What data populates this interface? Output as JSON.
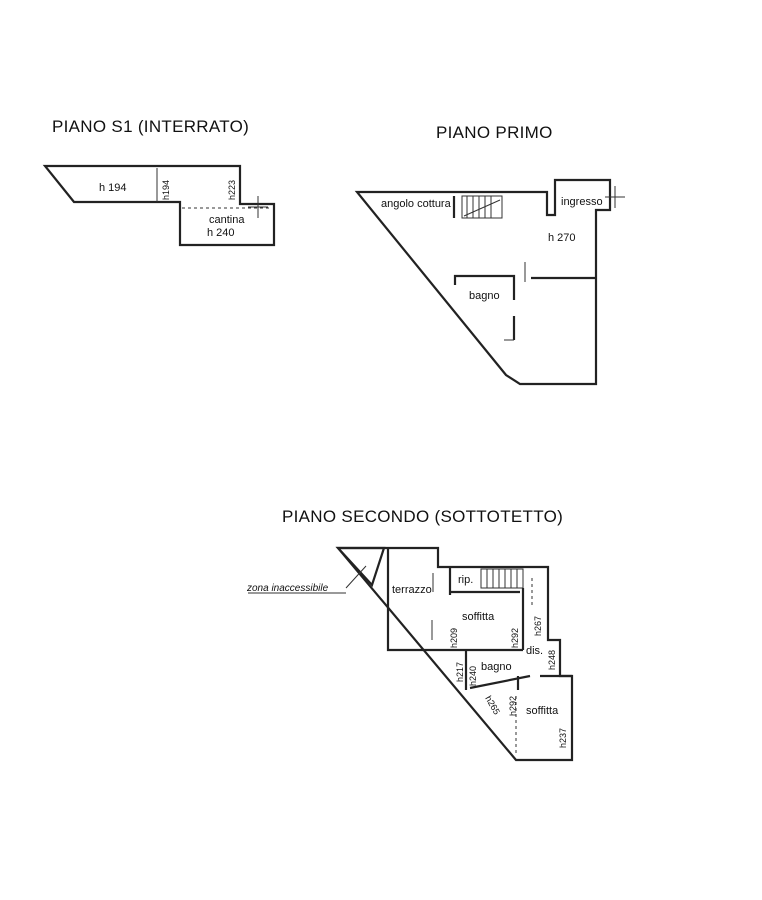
{
  "titles": {
    "basement": "PIANO S1 (INTERRATO)",
    "first": "PIANO PRIMO",
    "second": "PIANO SECONDO (SOTTOTETTO)"
  },
  "basement": {
    "room1_height": "h 194",
    "wall_height_a": "h194",
    "wall_height_b": "h223",
    "cantina": "cantina",
    "cantina_height": "h 240"
  },
  "first": {
    "angolo_cottura": "angolo cottura",
    "ingresso": "ingresso",
    "height": "h 270",
    "bagno": "bagno"
  },
  "second": {
    "zona_inaccessibile": "zona inaccessibile",
    "terrazzo": "terrazzo",
    "rip": "rip.",
    "soffitta_top": "soffitta",
    "dis": "dis.",
    "bagno": "bagno",
    "soffitta_bottom": "soffitta",
    "h209": "h209",
    "h292_a": "h292",
    "h267": "h267",
    "h248": "h248",
    "h217": "h217",
    "h240": "h240",
    "h265": "h265",
    "h292_b": "h292",
    "h237": "h237"
  }
}
